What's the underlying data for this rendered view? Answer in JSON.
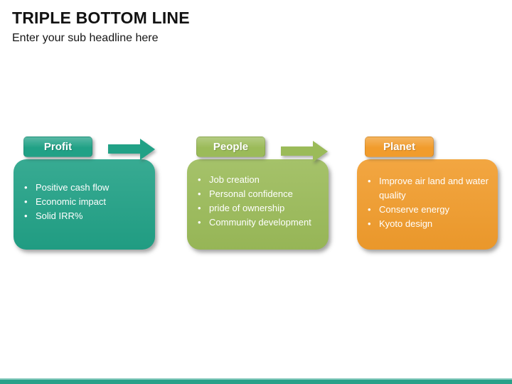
{
  "slide": {
    "title": "TRIPLE BOTTOM LINE",
    "subtitle": "Enter your sub headline here"
  },
  "colors": {
    "profit_teal": "#21A186",
    "people_green": "#9BBB59",
    "planet_orange": "#F19C2C",
    "footer_bar": "#28A189",
    "title_text": "#121212",
    "box_text": "#FFFFFF"
  },
  "pillars": [
    {
      "label": "Profit",
      "color": "#21A186",
      "has_arrow": true,
      "items": [
        "Positive cash flow",
        "Economic impact",
        "Solid IRR%"
      ]
    },
    {
      "label": "People",
      "color": "#9BBB59",
      "has_arrow": true,
      "items": [
        "Job creation",
        "Personal confidence",
        "pride of ownership",
        "Community development"
      ]
    },
    {
      "label": "Planet",
      "color": "#F19C2C",
      "has_arrow": false,
      "items": [
        "Improve air land and water quality",
        "Conserve energy",
        "Kyoto design"
      ]
    }
  ]
}
